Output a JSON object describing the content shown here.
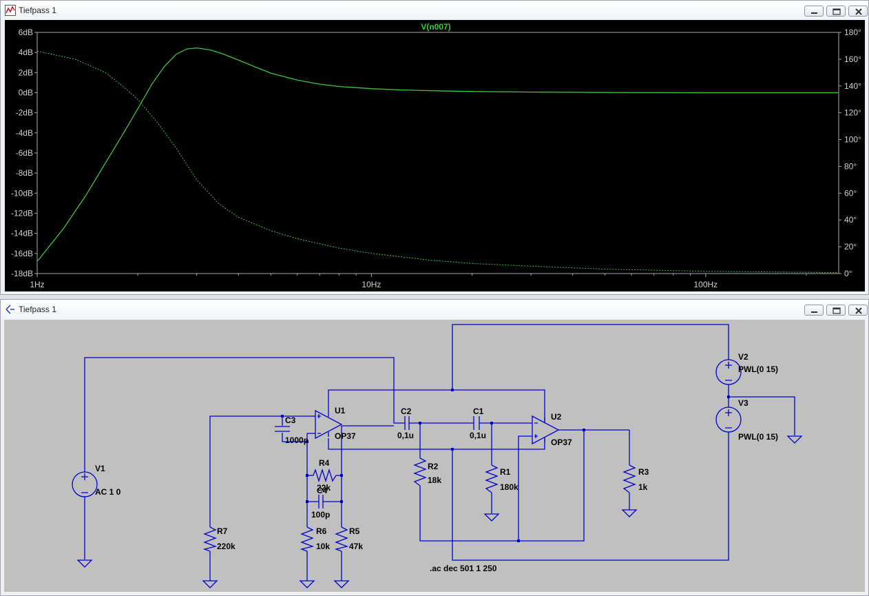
{
  "plot_window": {
    "title": "Tiefpass 1",
    "trace_label": "V(n007)",
    "colors": {
      "background": "#000000",
      "axis": "#aaaaaa",
      "tick_text": "#d0d0d0",
      "trace": "#3ec63e",
      "title_text": "#38c838"
    }
  },
  "chart_data": {
    "type": "line",
    "title": "V(n007)",
    "x_scale": "log",
    "xlim": [
      1,
      250
    ],
    "x_ticks": [
      "1Hz",
      "10Hz",
      "100Hz"
    ],
    "y_left_ticks": [
      "6dB",
      "4dB",
      "2dB",
      "0dB",
      "-2dB",
      "-4dB",
      "-6dB",
      "-8dB",
      "-10dB",
      "-12dB",
      "-14dB",
      "-16dB",
      "-18dB"
    ],
    "y_left_lim": [
      -18,
      6
    ],
    "y_right_ticks": [
      "180°",
      "160°",
      "140°",
      "120°",
      "100°",
      "80°",
      "60°",
      "40°",
      "20°",
      "0°"
    ],
    "y_right_lim": [
      0,
      180
    ],
    "grid": false,
    "series": [
      {
        "axis": "left",
        "style": "solid",
        "points": [
          [
            1,
            -16.8
          ],
          [
            1.2,
            -13.5
          ],
          [
            1.4,
            -10.2
          ],
          [
            1.6,
            -7.0
          ],
          [
            1.8,
            -4.2
          ],
          [
            2.0,
            -1.6
          ],
          [
            2.2,
            0.8
          ],
          [
            2.4,
            2.6
          ],
          [
            2.6,
            3.8
          ],
          [
            2.8,
            4.35
          ],
          [
            3.0,
            4.45
          ],
          [
            3.3,
            4.25
          ],
          [
            3.6,
            3.85
          ],
          [
            4.0,
            3.25
          ],
          [
            4.5,
            2.55
          ],
          [
            5.0,
            1.95
          ],
          [
            6.0,
            1.25
          ],
          [
            7.0,
            0.85
          ],
          [
            8.0,
            0.62
          ],
          [
            10.0,
            0.4
          ],
          [
            12.0,
            0.28
          ],
          [
            15.0,
            0.2
          ],
          [
            20.0,
            0.12
          ],
          [
            30.0,
            0.06
          ],
          [
            50.0,
            0.02
          ],
          [
            100.0,
            0.0
          ],
          [
            250.0,
            0.0
          ]
        ]
      },
      {
        "axis": "right",
        "style": "dashed",
        "points": [
          [
            1,
            166
          ],
          [
            1.3,
            160
          ],
          [
            1.6,
            150
          ],
          [
            1.8,
            140
          ],
          [
            2.0,
            130
          ],
          [
            2.3,
            112
          ],
          [
            2.6,
            94
          ],
          [
            3.0,
            70
          ],
          [
            3.5,
            52
          ],
          [
            4.0,
            42
          ],
          [
            5.0,
            32
          ],
          [
            6.0,
            26
          ],
          [
            8.0,
            19
          ],
          [
            10.0,
            15
          ],
          [
            15.0,
            10
          ],
          [
            20.0,
            7.5
          ],
          [
            30.0,
            5.5
          ],
          [
            50.0,
            3.3
          ],
          [
            100.0,
            1.7
          ],
          [
            250.0,
            0.7
          ]
        ]
      }
    ]
  },
  "schematic_window": {
    "title": "Tiefpass 1",
    "colors": {
      "background": "#c0c0c0",
      "wire": "#0000cc",
      "text": "#000000"
    },
    "labels": {
      "v1": "V1",
      "v1_val": "AC 1 0",
      "v2": "V2",
      "v2_val": "PWL(0 15)",
      "v3": "V3",
      "v3_val": "PWL(0 15)",
      "u1": "U1",
      "u1_model": "OP37",
      "u2": "U2",
      "u2_model": "OP37",
      "c1": "C1",
      "c1_val": "0,1u",
      "c2": "C2",
      "c2_val": "0,1u",
      "c3": "C3",
      "c3_val": "1000p",
      "c4": "C4",
      "c4_val": "100p",
      "r1": "R1",
      "r1_val": "180k",
      "r2": "R2",
      "r2_val": "18k",
      "r3": "R3",
      "r3_val": "1k",
      "r4": "R4",
      "r4_val": "22k",
      "r5": "R5",
      "r5_val": "47k",
      "r6": "R6",
      "r6_val": "10k",
      "r7": "R7",
      "r7_val": "220k",
      "directive": ".ac dec 501 1 250"
    }
  }
}
